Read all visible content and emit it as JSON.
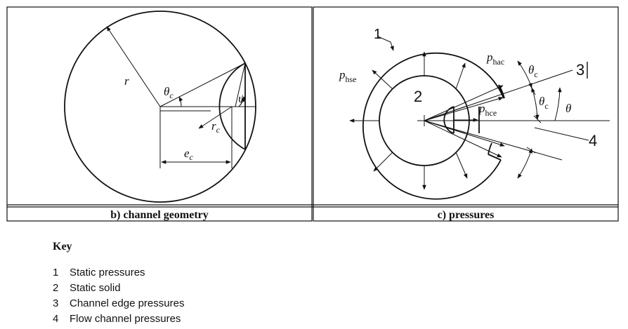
{
  "panels": [
    {
      "caption": "b)  channel geometry",
      "labels": {
        "r": "r",
        "theta_c": "θ",
        "theta_c_sub": "c",
        "psi": "ψ",
        "r_c": "r",
        "r_c_sub": "c",
        "e_c": "e",
        "e_c_sub": "c"
      }
    },
    {
      "caption": "c)  pressures",
      "labels": {
        "callout_1": "1",
        "callout_2": "2",
        "callout_3": "3",
        "callout_4": "4",
        "p_hse": "p",
        "p_hse_sub": "hse",
        "p_hac": "p",
        "p_hac_sub": "hac",
        "p_hce": "p",
        "p_hce_sub": "hce",
        "theta_c_top": "θ",
        "theta_c_top_sub": "c",
        "theta_c_mid": "θ",
        "theta_c_mid_sub": "c",
        "theta": "θ"
      }
    }
  ],
  "key": {
    "title": "Key",
    "items": [
      {
        "num": "1",
        "label": "Static pressures"
      },
      {
        "num": "2",
        "label": "Static solid"
      },
      {
        "num": "3",
        "label": "Channel edge pressures"
      },
      {
        "num": "4",
        "label": "Flow channel pressures"
      }
    ]
  }
}
